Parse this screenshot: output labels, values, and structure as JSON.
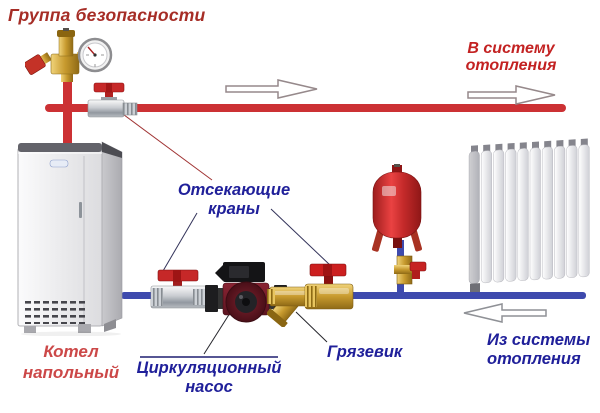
{
  "labels": {
    "safety_group": "Группа безопасности",
    "to_system": {
      "line1": "В систему",
      "line2": "отопления"
    },
    "shutoff_valves": {
      "line1": "Отсекающие",
      "line2": "краны"
    },
    "boiler": {
      "line1": "Котел",
      "line2": "напольный"
    },
    "pump": {
      "line1": "Циркуляционный",
      "line2": "насос"
    },
    "strainer": "Грязевик",
    "from_system": {
      "line1": "Из системы",
      "line2": "отопления"
    }
  },
  "colors": {
    "supply_pipe_red": "#cc3134",
    "return_pipe_blue": "#3e4aad",
    "title_dark_red": "#a62d26",
    "supply_label_red": "#c32222",
    "boiler_label_red": "#cc4848",
    "blue_label": "#20209a",
    "brass": "#c79a2e",
    "valve_handle_red": "#c62828",
    "expansion_tank_red": "#d12f2f"
  },
  "flow": {
    "supply_direction": "right",
    "return_direction": "left"
  },
  "components": [
    "safety-group",
    "supply-ball-valve",
    "floor-boiler",
    "left-shutoff-valve",
    "circulation-pump",
    "dirt-strainer",
    "right-shutoff-valve",
    "expansion-tank",
    "expansion-tank-valve",
    "radiator"
  ]
}
